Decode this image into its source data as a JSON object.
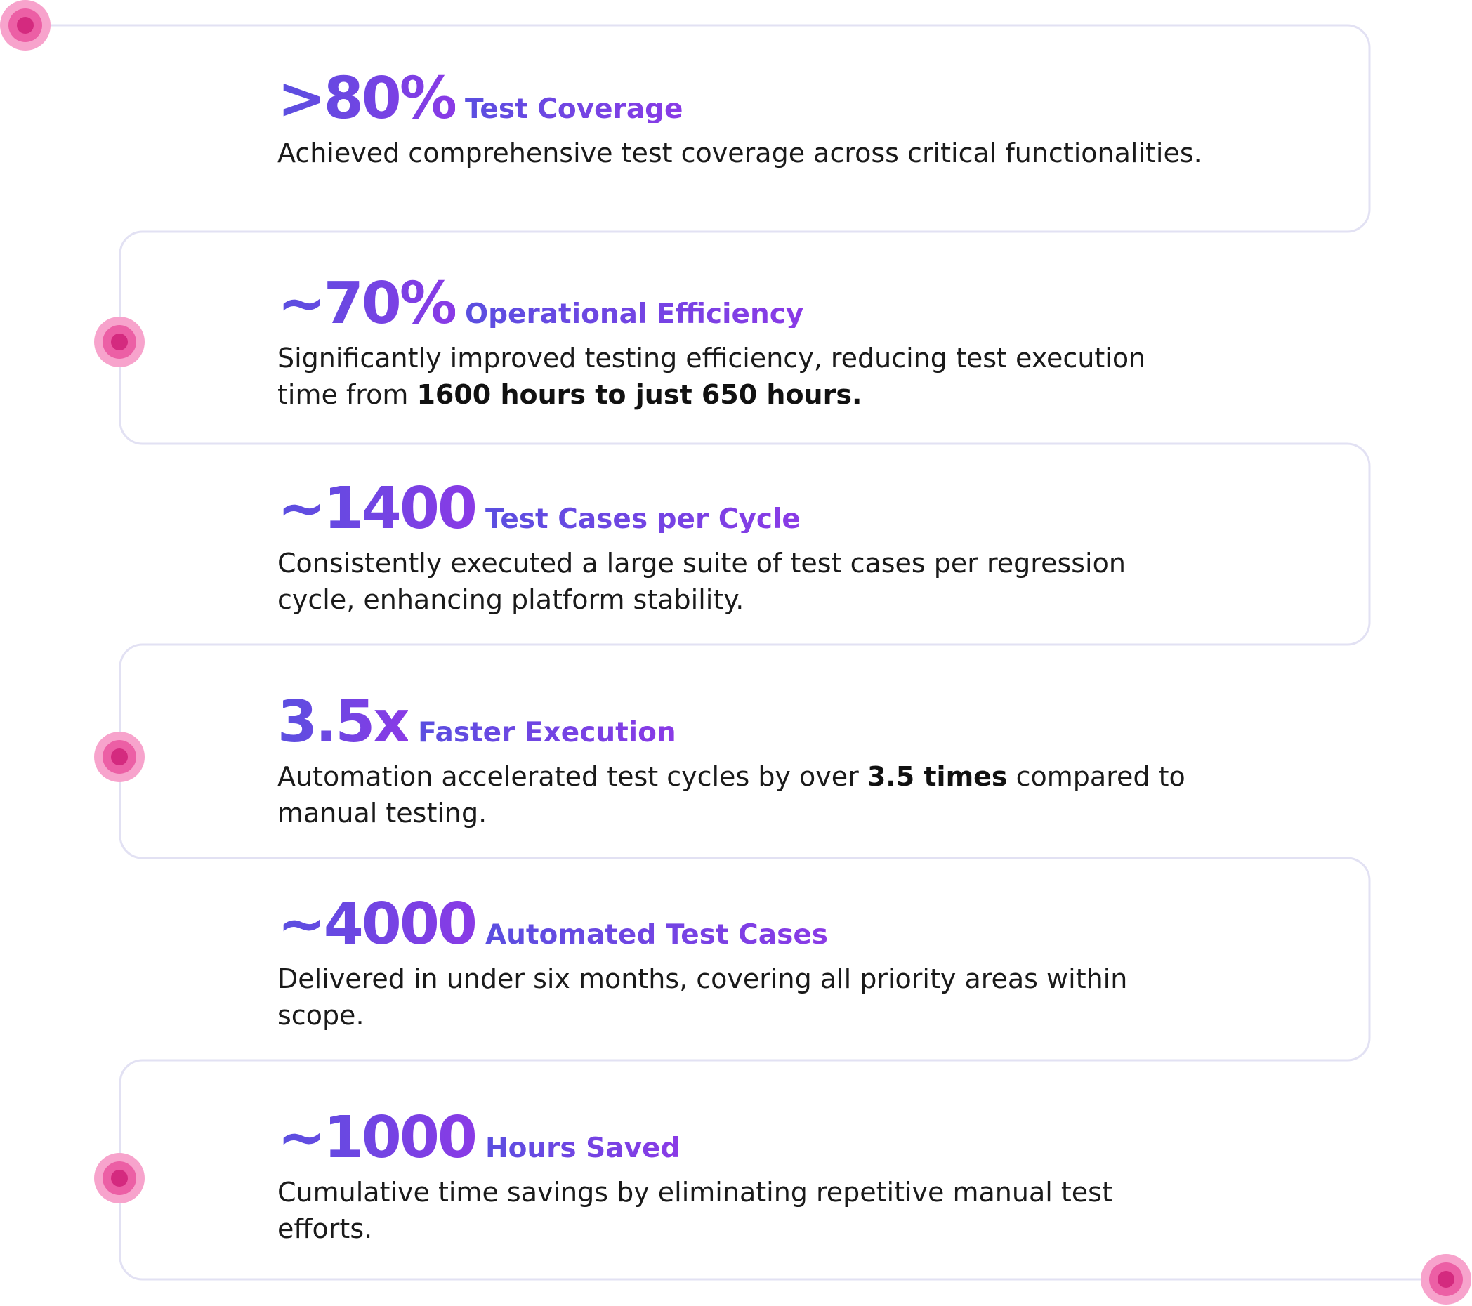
{
  "colors": {
    "card_border": "#e2e1f3",
    "node_outer": "#f7a3cc",
    "node_middle": "#ec5fa5",
    "node_inner": "#d42a7f",
    "accent_start": "#5a4fe0",
    "accent_end": "#8a3ae6"
  },
  "stats": [
    {
      "value": ">80%",
      "label": "Test Coverage",
      "desc_pre": "Achieved comprehensive test coverage across critical functionalities.",
      "desc_bold": "",
      "desc_post": ""
    },
    {
      "value": "~70%",
      "label": "Operational Efficiency",
      "desc_pre": "Significantly improved testing efficiency, reducing test execution time from ",
      "desc_bold": "1600 hours to just 650 hours.",
      "desc_post": ""
    },
    {
      "value": "~1400",
      "label": "Test Cases per Cycle",
      "desc_pre": "Consistently executed a large suite of test cases per regression cycle, enhancing platform stability.",
      "desc_bold": "",
      "desc_post": ""
    },
    {
      "value": "3.5x",
      "label": "Faster Execution",
      "desc_pre": "Automation accelerated test cycles by over ",
      "desc_bold": "3.5 times",
      "desc_post": " compared to manual testing."
    },
    {
      "value": "~4000",
      "label": "Automated Test Cases",
      "desc_pre": "Delivered in under six months, covering all priority areas within scope.",
      "desc_bold": "",
      "desc_post": ""
    },
    {
      "value": "~1000",
      "label": "Hours Saved",
      "desc_pre": "Cumulative time savings by eliminating repetitive manual test efforts.",
      "desc_bold": "",
      "desc_post": ""
    }
  ]
}
